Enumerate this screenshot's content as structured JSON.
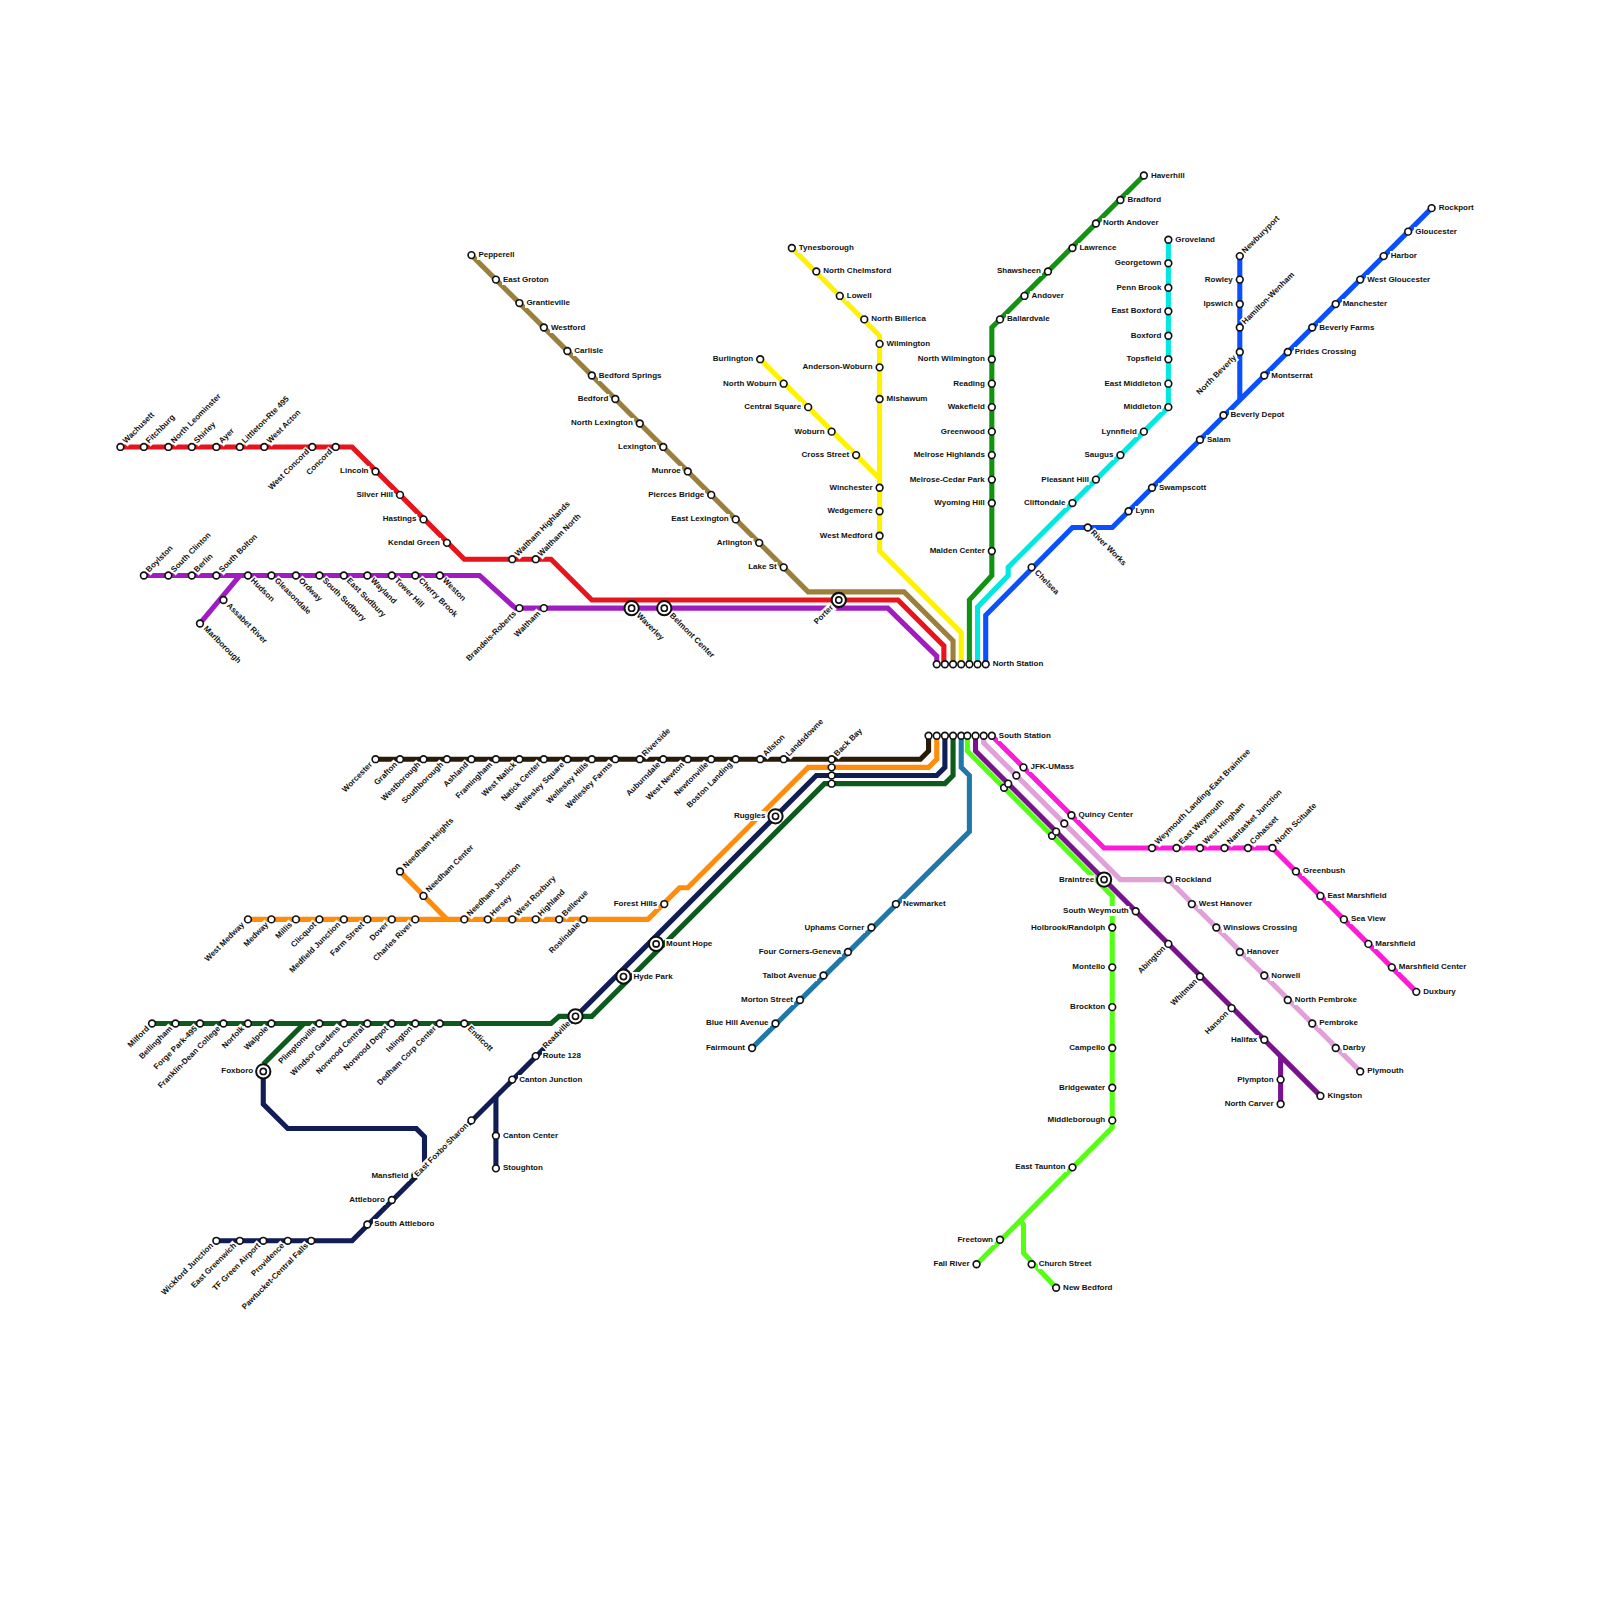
{
  "diagram": {
    "labels": [
      "Wachusett",
      "Fitchburg",
      "North Leominster",
      "Shirley",
      "Ayer",
      "Littleton-Rte 495",
      "West Acton",
      "West Concord",
      "Concord",
      "Lincoln",
      "Silver Hill",
      "Hastings",
      "Kendal Green",
      "Waltham Highlands",
      "Waltham North",
      "Waverley",
      "Belmont Center",
      "Porter",
      "Boylston",
      "South Clinton",
      "Berlin",
      "South Bolton",
      "Hudson",
      "Gleasondale",
      "Ordway",
      "South Sudbury",
      "East Sudbury",
      "Wayland",
      "Tower Hill",
      "Cherry Brook",
      "Weston",
      "Assabet River",
      "Marlborough",
      "Brandeis-Roberts",
      "Waltham",
      "Pepperell",
      "East Groton",
      "Grantieville",
      "Westford",
      "Carlisle",
      "Bedford Springs",
      "Bedford",
      "North Lexington",
      "Lexington",
      "Munroe",
      "Pierces Bridge",
      "East Lexington",
      "Arlington",
      "Lake St",
      "Tynesborough",
      "North Chelmsford",
      "Lowell",
      "North Billerica",
      "Wilmington",
      "Anderson-Woburn",
      "Mishawum",
      "Burlington",
      "North Woburn",
      "Central Square",
      "Woburn",
      "Cross Street",
      "Winchester",
      "Wedgemere",
      "West Medford",
      "Haverhill",
      "Bradford",
      "North Andover",
      "Lawrence",
      "Shawsheen",
      "Andover",
      "Ballardvale",
      "North Wilmington",
      "Reading",
      "Wakefield",
      "Greenwood",
      "Melrose Highlands",
      "Melrose-Cedar Park",
      "Wyoming Hill",
      "Malden Center",
      "Groveland",
      "Georgetown",
      "Penn Brook",
      "East Boxford",
      "Boxford",
      "Topsfield",
      "East Middleton",
      "Middleton",
      "Lynnfield",
      "Saugus",
      "Pleasant Hill",
      "Cliftondale",
      "Rockport",
      "Gloucester",
      "Harbor",
      "West Gloucester",
      "Manchester",
      "Beverly Farms",
      "Prides Crossing",
      "Montserrat",
      "Newburyport",
      "Rowley",
      "Ipswich",
      "Hamilton-Wenham",
      "North Beverly",
      "Beverly Depot",
      "Salam",
      "Swampscott",
      "Lynn",
      "River Works",
      "Chelsea",
      "North Station",
      "South Station",
      "Worcester",
      "Grafton",
      "Westborough",
      "Southborough",
      "Ashland",
      "Framingham",
      "West Natick",
      "Natick Center",
      "Wellesley Square",
      "Wellesley Hills",
      "Wellesley Farms",
      "Riverside",
      "Auburndale",
      "West Newton",
      "Newtonville",
      "Boston Landing",
      "Allston",
      "Landsdowne",
      "Back Bay",
      "West Medway",
      "Medway",
      "Millis",
      "Clicquot",
      "Medfield Junction",
      "Farm Street",
      "Dover",
      "Charles River",
      "Needham Heights",
      "Needham Center",
      "Needham Junction",
      "Hersey",
      "West Roxbury",
      "Highland",
      "Bellevue",
      "Roslindale",
      "Forest Hills",
      "Ruggles",
      "Wickford Junction",
      "East Greenwich",
      "TF Green Airport",
      "Providence",
      "Pawtucket-Central Falls",
      "South Attleboro",
      "Attleboro",
      "Mansfield",
      "East Foxboro",
      "Sharon",
      "Canton Center",
      "Stoughton",
      "Canton Junction",
      "Route 128",
      "Readville",
      "Hyde Park",
      "Mount Hope",
      "Foxboro",
      "Milford",
      "Bellingham",
      "Forge Park-495",
      "Franklin-Dean College",
      "Norfolk",
      "Walpole",
      "Plimptonville",
      "Windsor Gardens",
      "Norwood Central",
      "Norwood Depot",
      "Islington",
      "Dedham Corp Center",
      "Endicott",
      "Fairmount",
      "Blue Hill Avenue",
      "Morton Street",
      "Talbot Avenue",
      "Four Corners-Geneva",
      "Uphams Corner",
      "Newmarket",
      "JFK-UMass",
      "Quincy Center",
      "Braintree",
      "Holbrook/Randolph",
      "Montello",
      "Brockton",
      "Campello",
      "Bridgewater",
      "Middleborough",
      "East Taunton",
      "Freetown",
      "Fall River",
      "Church Street",
      "New Bedford",
      "South Weymouth",
      "Abington",
      "Whitman",
      "Hanson",
      "Halifax",
      "Plympton",
      "North Carver",
      "Kingston",
      "Rockland",
      "West Hanover",
      "Winslows Crossing",
      "Hanover",
      "Norwell",
      "North Pembroke",
      "Pembroke",
      "Darby",
      "Plymouth",
      "Weymouth Landing-East Braintree",
      "East Weymouth",
      "West Hingham",
      "Nantasket Junction",
      "Cohasset",
      "North Scituate",
      "Greenbush",
      "East Marshfield",
      "Sea View",
      "Marshfield",
      "Marshfield Center",
      "Duxbury"
    ]
  }
}
